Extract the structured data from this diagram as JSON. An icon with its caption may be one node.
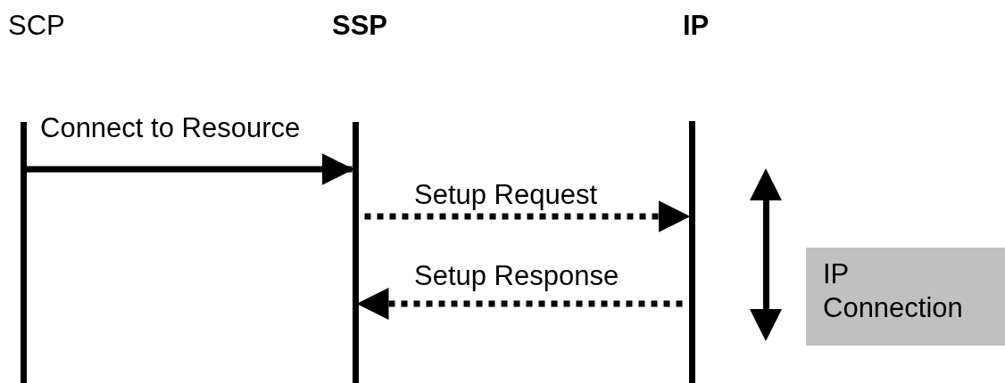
{
  "diagram": {
    "nodes": [
      {
        "text": [
          "SCP"
        ]
      },
      {
        "text": [
          "SSP"
        ]
      },
      {
        "text": [
          "IP"
        ]
      },
      {
        "text": [
          "IP Connection"
        ]
      }
    ],
    "edges": [
      {
        "from": 0,
        "to": 1,
        "arrow": "to",
        "label": "Connect to Resource"
      },
      {
        "from": 1,
        "to": 2,
        "arrow": "to",
        "label": "Setup Request",
        "style": "dashed"
      },
      {
        "from": 2,
        "to": 1,
        "arrow": "to",
        "label": "Setup Response",
        "style": "dashed"
      }
    ]
  }
}
